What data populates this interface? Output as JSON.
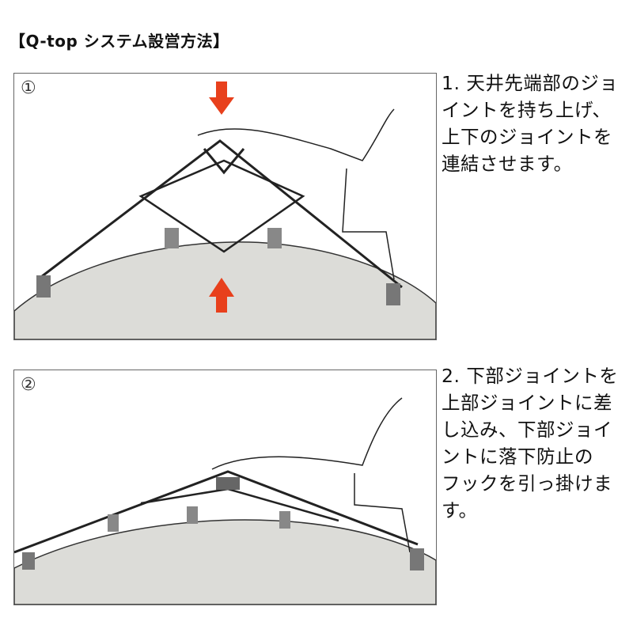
{
  "title": "【Q-top システム設営方法】",
  "steps": [
    {
      "marker": "①",
      "lines": [
        "1. 天井先端部のジョ",
        "イントを持ち上げ、",
        "上下のジョイントを",
        "連結させます。"
      ]
    },
    {
      "marker": "②",
      "lines": [
        "2. 下部ジョイントを",
        "上部ジョイントに差",
        "し込み、下部ジョイ",
        "ントに落下防止の",
        "フックを引っ掛けま",
        "す。"
      ]
    }
  ],
  "colors": {
    "arrow": "#e8401c",
    "ground": "#dcdcd8",
    "line": "#222222"
  }
}
